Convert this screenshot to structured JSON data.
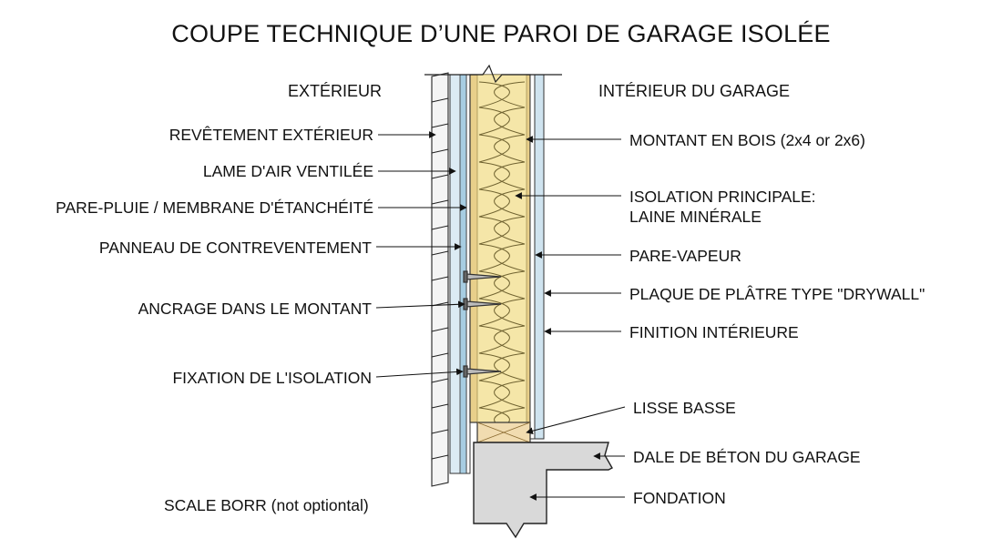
{
  "title": "COUPE TECHNIQUE D’UNE PAROI DE GARAGE ISOLÉE",
  "zones": {
    "exterior": "EXTÉRIEUR",
    "interior": "INTÉRIEUR DU GARAGE"
  },
  "left_labels": [
    "REVÊTEMENT EXTÉRIEUR",
    "LAME D'AIR VENTILÉE",
    "PARE-PLUIE / MEMBRANE D'ÉTANCHÉITÉ",
    "PANNEAU DE CONTREVENTEMENT",
    "ANCRAGE DANS LE MONTANT",
    "FIXATION DE L'ISOLATION"
  ],
  "right_labels": [
    "MONTANT EN BOIS (2x4 or 2x6)",
    "ISOLATION PRINCIPALE:",
    "LAINE MINÉRALE",
    "PARE-VAPEUR",
    "PLAQUE DE PLÂTRE TYPE \"DRYWALL\"",
    "FINITION INTÉRIEURE",
    "LISSE BASSE",
    "DALE DE BÉTON DU GARAGE",
    "FONDATION"
  ],
  "scale_note": "SCALE BORR (not optiontal)",
  "colors": {
    "insulation": "#f5e6a8",
    "stud": "#e8cf8a",
    "air_gap": "#dcebf4",
    "sheathing": "#a7cde2",
    "concrete": "#d9d9d9",
    "plate": "#f1dcb0",
    "ink": "#111111"
  }
}
